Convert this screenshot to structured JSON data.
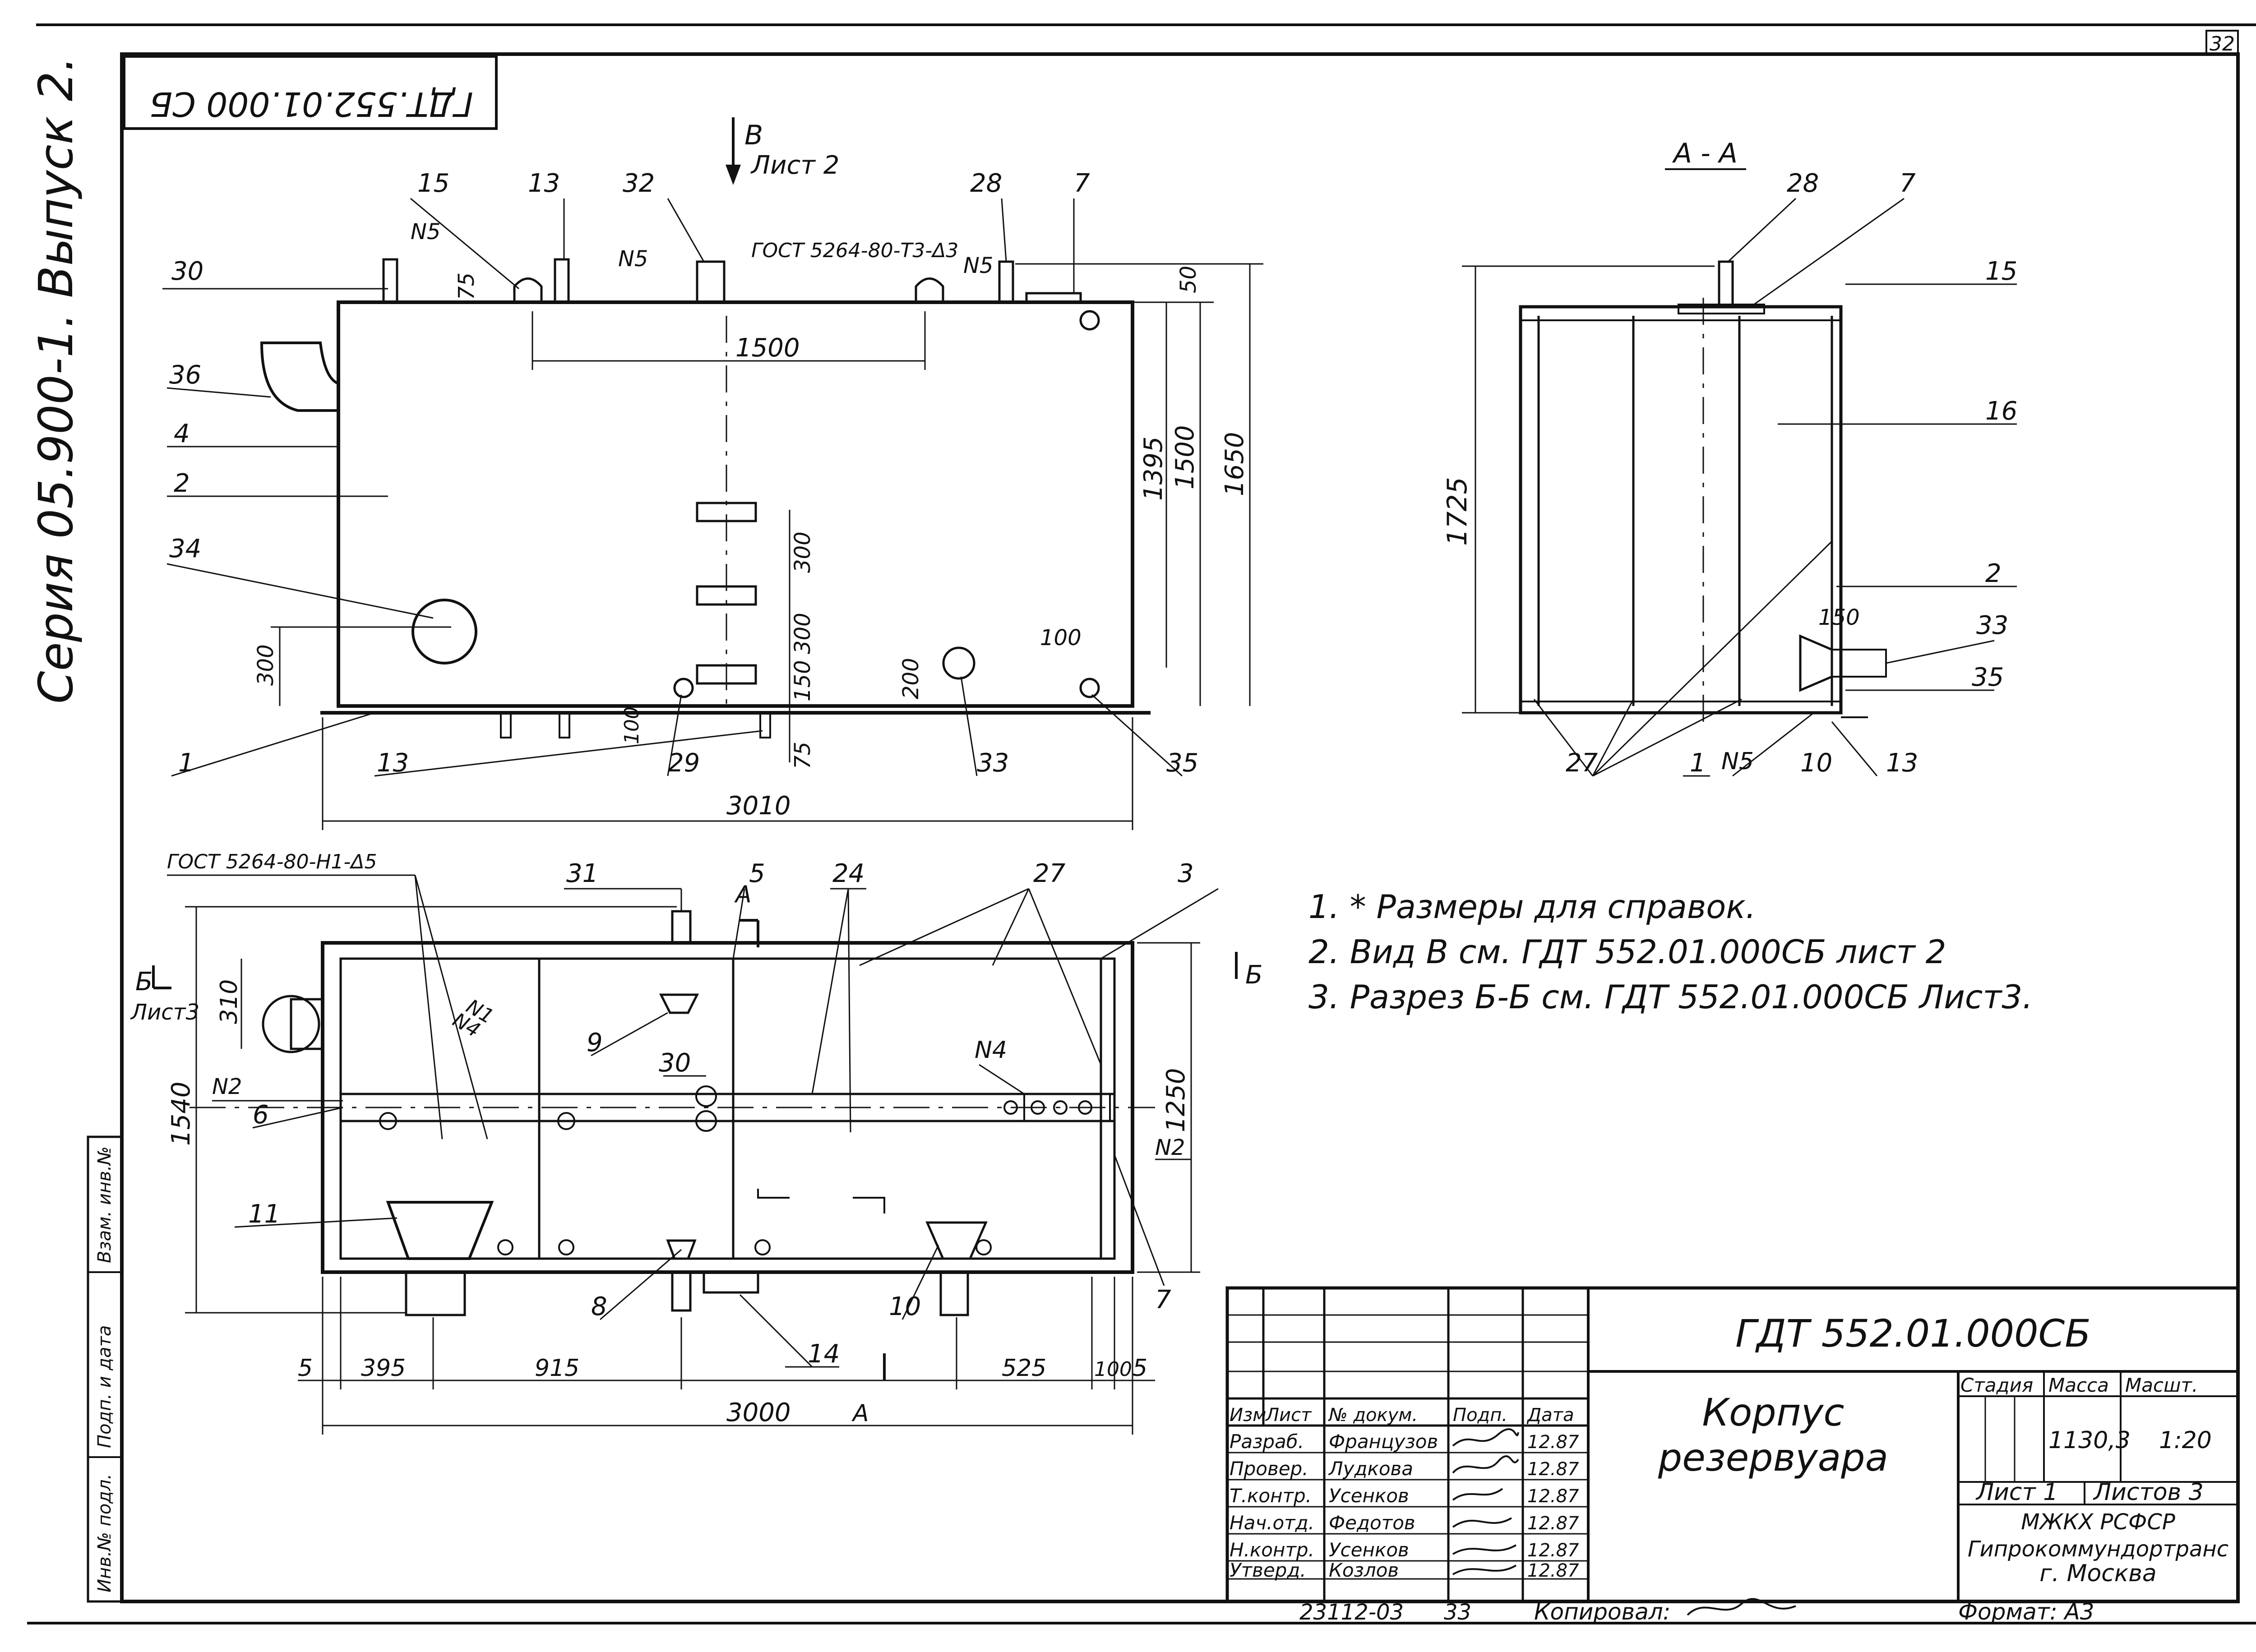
{
  "sheet": {
    "number": "32",
    "series": "Серия 05.900-1. Выпуск 2.",
    "rotated_code": "ГДТ.552.01.000 СБ"
  },
  "view_front": {
    "direction_label": "В",
    "direction_sheet": "Лист 2",
    "weld_top": "ГОСТ 5264-80-Т3-Δ3",
    "weld_marks": [
      "N5",
      "N5",
      "N5"
    ],
    "callouts": [
      "30",
      "15",
      "13",
      "32",
      "28",
      "7",
      "36",
      "4",
      "2",
      "34",
      "1",
      "13",
      "29",
      "33",
      "35"
    ],
    "dims": [
      "75",
      "1500",
      "50",
      "1395",
      "1500",
      "1650",
      "300",
      "300",
      "300",
      "150",
      "75",
      "100",
      "200",
      "100",
      "300",
      "3010"
    ]
  },
  "view_section_aa": {
    "title": "А - А",
    "callouts": [
      "28",
      "7",
      "15",
      "16",
      "2",
      "33",
      "35",
      "27",
      "1",
      "N5",
      "10",
      "13"
    ],
    "dims": [
      "1725",
      "150"
    ]
  },
  "view_plan": {
    "weld_left": "ГОСТ 5264-80-Н1-Δ5",
    "section_b": "Б",
    "section_b_sheet": "Лист3",
    "section_a": "А",
    "callouts": [
      "31",
      "5",
      "24",
      "27",
      "3",
      "9",
      "30",
      "N4",
      "6",
      "11",
      "8",
      "10",
      "7",
      "14",
      "N1",
      "N4",
      "N2",
      "N2"
    ],
    "dims": [
      "310",
      "1540",
      "1250",
      "5",
      "395",
      "915",
      "525",
      "100",
      "5",
      "3000"
    ]
  },
  "notes": [
    "1. * Размеры для справок.",
    "2. Вид В см. ГДТ 552.01.000СБ лист 2",
    "3. Разрез Б-Б см. ГДТ 552.01.000СБ Лист3."
  ],
  "side_stamp": {
    "labels": [
      "Инв.№ подл.",
      "Подп. и дата",
      "Взам. инв.№"
    ]
  },
  "title_block": {
    "designation": "ГДТ 552.01.000СБ",
    "name_line1": "Корпус",
    "name_line2": "резервуара",
    "header_cols": [
      "Изм",
      "Лист",
      "№ докум.",
      "Подп.",
      "Дата"
    ],
    "stage_header": "Стадия",
    "mass_header": "Масса",
    "scale_header": "Масшт.",
    "mass": "1130,3",
    "scale": "1:20",
    "sheet": "Лист 1",
    "sheets": "Листов 3",
    "org1": "МЖКХ  РСФСР",
    "org2": "Гипрокоммундортранс",
    "org3": "г. Москва",
    "rows": [
      {
        "role": "Разраб.",
        "name": "Французов",
        "date": "12.87"
      },
      {
        "role": "Провер.",
        "name": "Лудкова",
        "date": "12.87"
      },
      {
        "role": "Т.контр.",
        "name": "Усенков",
        "date": "12.87"
      },
      {
        "role": "Нач.отд.",
        "name": "Федотов",
        "date": "12.87"
      },
      {
        "role": "Н.контр.",
        "name": "Усенков",
        "date": "12.87"
      },
      {
        "role": "Утверд.",
        "name": "Козлов",
        "date": "12.87"
      }
    ]
  },
  "footer": {
    "inv": "23112-03",
    "page": "33",
    "copied_label": "Копировал:",
    "format": "Формат: А3"
  }
}
